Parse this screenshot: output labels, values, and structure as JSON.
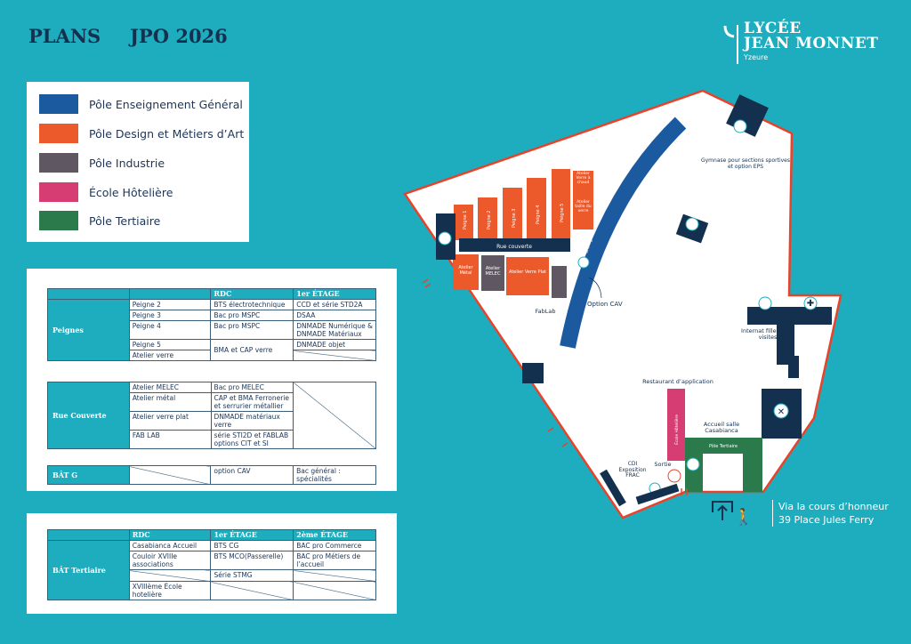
{
  "header": {
    "title": "PLANS",
    "subtitle": "JPO 2026"
  },
  "logo": {
    "line1": "LYCÉE",
    "line2": "JEAN MONNET",
    "city": "Yzeure"
  },
  "legend": [
    {
      "label": "Pôle Enseignement Général",
      "color": "#1c5aa0"
    },
    {
      "label": "Pôle Design et Métiers d’Art",
      "color": "#ec5a2b"
    },
    {
      "label": "Pôle Industrie",
      "color": "#5f5863"
    },
    {
      "label": "École Hôtelière",
      "color": "#d63d73"
    },
    {
      "label": "Pôle Tertiaire",
      "color": "#2b7a4b"
    }
  ],
  "table1": {
    "headers": [
      "RDC",
      "1er ÉTAGE"
    ],
    "peignes": {
      "group": "Peignes",
      "rows": [
        {
          "name": "Peigne 2",
          "rdc": "BTS électrotechnique",
          "etage1": "CCD et série STD2A"
        },
        {
          "name": "Peigne 3",
          "rdc": "Bac pro MSPC",
          "etage1": "DSAA"
        },
        {
          "name": "Peigne 4",
          "rdc": "Bac pro MSPC",
          "etage1": "DNMADE Numérique & DNMADE Matériaux"
        },
        {
          "name": "Peigne 5",
          "rdc": "BMA et CAP verre",
          "etage1": "DNMADE objet"
        },
        {
          "name": "Atelier verre"
        }
      ]
    },
    "rue": {
      "group": "Rue Couverte",
      "rows": [
        {
          "name": "Atelier MELEC",
          "rdc": "Bac pro MELEC"
        },
        {
          "name": "Atelier métal",
          "rdc": "CAP et BMA Ferronerie et serrurier métallier"
        },
        {
          "name": "Atelier verre plat",
          "rdc": "DNMADE matériaux verre"
        },
        {
          "name": "FAB LAB",
          "rdc": "série STI2D et FABLAB options CIT et SI"
        }
      ]
    },
    "batg": {
      "group": "BÂT G",
      "rdc": "option CAV",
      "etage1": "Bac général : spécialités"
    }
  },
  "table2": {
    "group": "BÂT Tertiaire",
    "headers": [
      "RDC",
      "1er ÉTAGE",
      "2ème ÉTAGE"
    ],
    "rows": [
      {
        "rdc": "Casabianca Accueil",
        "e1": "BTS CG",
        "e2": "BAC pro Commerce"
      },
      {
        "rdc": "Couloir XVIIIe associations",
        "e1": "BTS MCO(Passerelle)",
        "e2": "BAC pro Métiers de l’accueil"
      },
      {
        "e1": "Série STMG"
      },
      {
        "rdc": "XVIIIème École hotelière"
      }
    ]
  },
  "map": {
    "peignes": [
      "Peigne 1",
      "Peigne 2",
      "Peigne 3",
      "Peigne 4",
      "Peigne 5"
    ],
    "verre_chaud": "Atelier Verre à chaud",
    "taille": "Atelier taille du verre",
    "rue_couverte": "Rue couverte",
    "metal": "Atelier Métal",
    "melec": "Atelier MELEC",
    "verre_plat": "Atelier Verre Plat",
    "fablab": "FabLab",
    "option_cav": "Option CAV",
    "enseignement": "Enseignement général",
    "gymnase": "Gymnase pour sections sportives et option EPS",
    "internat": "Internat filles pour visites",
    "restaurant": "Restaurant d’application",
    "ecole_hoteliere": "École Hôtelière",
    "accueil": "Accueil salle Casabianca",
    "pole_tertiaire": "Pôle Tertiaire",
    "sortie": "Sortie",
    "cdi": "CDI Exposition FRAC",
    "address1": "Via la cours d’honneur",
    "address2": "39 Place Jules Ferry"
  }
}
